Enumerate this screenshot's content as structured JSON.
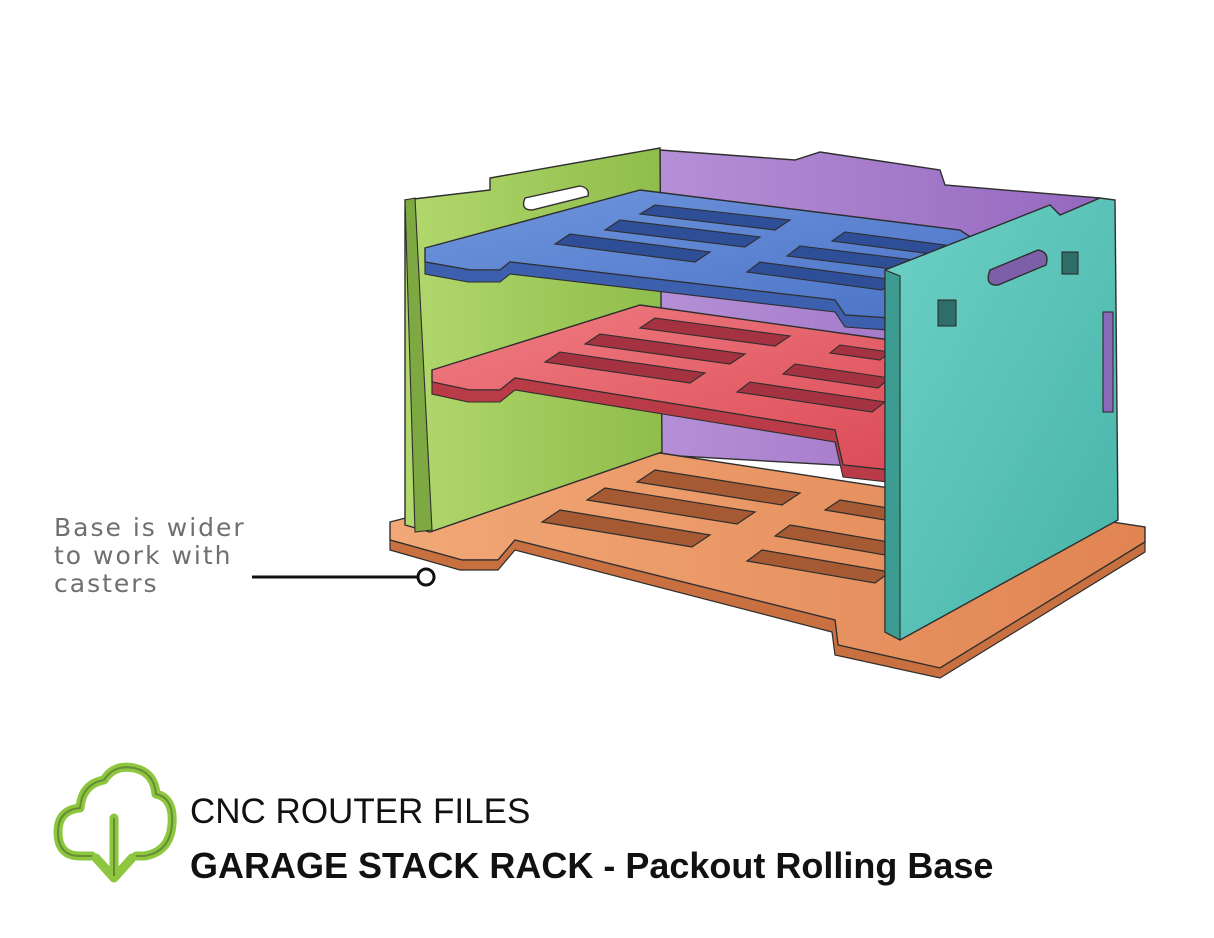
{
  "annotation": {
    "lines": [
      "Base is wider",
      "to work with",
      "casters"
    ]
  },
  "footer": {
    "subtitle": "CNC ROUTER FILES",
    "title": "GARAGE STACK RACK - Packout Rolling Base"
  },
  "icons": {
    "download": "cloud-download-icon"
  },
  "colors": {
    "base": "#ee9a63",
    "left_side": "#a4cf5e",
    "right_side": "#5fc8bd",
    "back": "#a47cc9",
    "top_shelf": "#5f88d6",
    "middle_shelf": "#e8626b",
    "icon": "#8dc63f",
    "text_annotation": "#6f6f6f"
  }
}
